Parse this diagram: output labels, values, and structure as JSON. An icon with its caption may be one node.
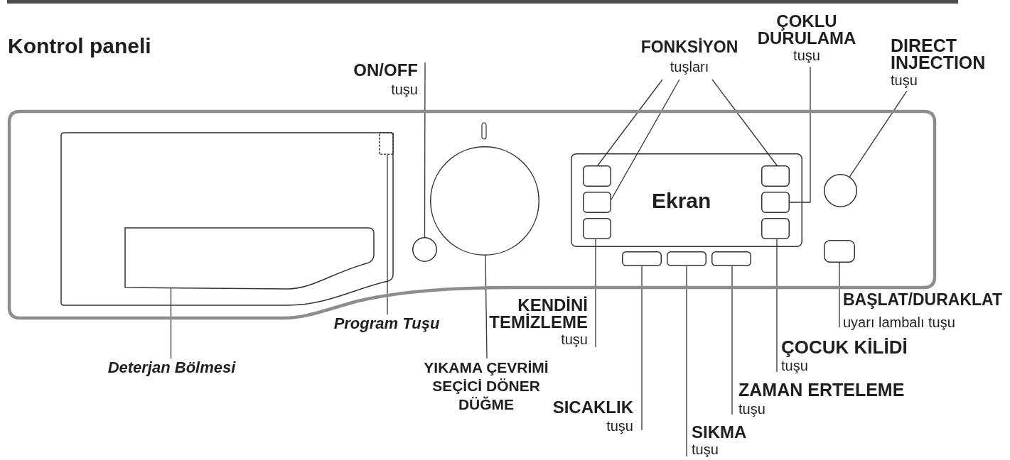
{
  "diagram": {
    "title": "Kontrol paneli",
    "nodes": [
      {
        "text": [
          "ON/OFF",
          "tuşu"
        ]
      },
      {
        "text": [
          "FONKSİYON",
          "tuşları"
        ]
      },
      {
        "text": [
          "ÇOKLU DURULAMA",
          "tuşu"
        ]
      },
      {
        "text": [
          "DIRECT INJECTION",
          "tuşu"
        ]
      },
      {
        "text": [],
        "shape": "box"
      },
      {
        "text": [],
        "shape": "box",
        "in": 4
      },
      {
        "text": [],
        "shape": "box",
        "in": 5
      },
      {
        "text": [],
        "shape": "box",
        "in": 5
      },
      {
        "text": [],
        "shape": "circle",
        "in": 4
      },
      {
        "text": [],
        "shape": "circle",
        "in": 4
      },
      {
        "text": [
          "Ekran"
        ],
        "in": 4
      },
      {
        "text": [],
        "shape": "box",
        "in": 10
      },
      {
        "text": [],
        "shape": "box",
        "in": 10
      },
      {
        "text": [],
        "shape": "box",
        "in": 10
      },
      {
        "text": [],
        "shape": "box",
        "in": 10
      },
      {
        "text": [],
        "shape": "box",
        "in": 10
      },
      {
        "text": [],
        "shape": "box",
        "in": 10
      },
      {
        "text": [],
        "shape": "box",
        "in": 4
      },
      {
        "text": [],
        "shape": "box",
        "in": 4
      },
      {
        "text": [],
        "shape": "box",
        "in": 4
      },
      {
        "text": [],
        "shape": "circle",
        "in": 4
      },
      {
        "text": [],
        "shape": "box",
        "in": 4
      },
      {
        "text": [
          "KENDİNİ TEMİZLEME",
          "tuşu"
        ]
      },
      {
        "text": [
          "BAŞLAT/DURAKLAT",
          "uyarı lambalı tuşu"
        ]
      },
      {
        "text": [
          "Program Tuşu"
        ]
      },
      {
        "text": [
          "Deterjan Bölmesi"
        ]
      },
      {
        "text": [
          "ÇOCUK KİLİDİ",
          "tuşu"
        ]
      },
      {
        "text": [
          "YIKAMA ÇEVRİMİ SEÇİCİ DÖNER DÜĞME"
        ]
      },
      {
        "text": [
          "ZAMAN ERTELEME",
          "tuşu"
        ]
      },
      {
        "text": [
          "SICAKLIK",
          "tuşu"
        ]
      },
      {
        "text": [
          "SIKMA",
          "tuşu"
        ]
      }
    ],
    "edges": [
      {
        "from": 0,
        "to": 8,
        "arrow": "none"
      },
      {
        "from": 1,
        "to": 11,
        "arrow": "none"
      },
      {
        "from": 1,
        "to": 12,
        "arrow": "none"
      },
      {
        "from": 1,
        "to": 14,
        "arrow": "none"
      },
      {
        "from": 2,
        "to": 15,
        "arrow": "none"
      },
      {
        "from": 3,
        "to": 20,
        "arrow": "none"
      },
      {
        "from": 22,
        "to": 13,
        "arrow": "none"
      },
      {
        "from": 23,
        "to": 21,
        "arrow": "none"
      },
      {
        "from": 24,
        "to": 6,
        "arrow": "none"
      },
      {
        "from": 25,
        "to": 7,
        "arrow": "none"
      },
      {
        "from": 26,
        "to": 16,
        "arrow": "none"
      },
      {
        "from": 27,
        "to": 9,
        "arrow": "none"
      },
      {
        "from": 28,
        "to": 19,
        "arrow": "none"
      },
      {
        "from": 29,
        "to": 17,
        "arrow": "none"
      },
      {
        "from": 30,
        "to": 18,
        "arrow": "none"
      }
    ]
  }
}
